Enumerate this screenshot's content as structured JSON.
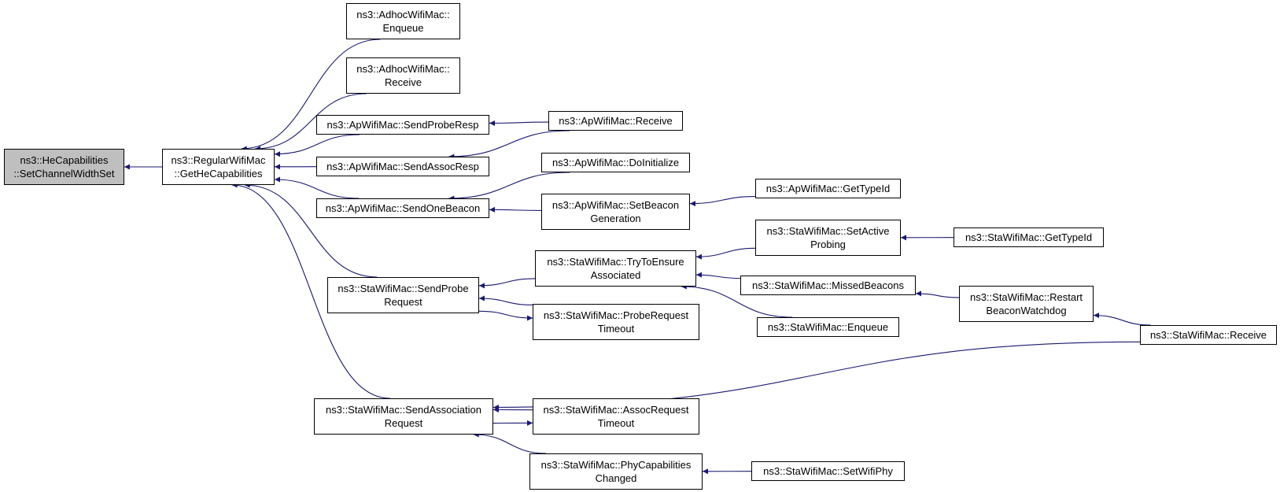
{
  "colors": {
    "edge": "#191970",
    "node_border": "#000000",
    "root_fill": "#bfbfbf",
    "node_fill": "#ffffff"
  },
  "nodes": {
    "he_setchannelwidthset": {
      "lines": [
        "ns3::HeCapabilities",
        "::SetChannelWidthSet"
      ],
      "root": true
    },
    "regular_getcaps": {
      "lines": [
        "ns3::RegularWifiMac",
        "::GetHeCapabilities"
      ]
    },
    "adhoc_enqueue": {
      "lines": [
        "ns3::AdhocWifiMac::",
        "Enqueue"
      ]
    },
    "adhoc_receive": {
      "lines": [
        "ns3::AdhocWifiMac::",
        "Receive"
      ]
    },
    "ap_sendproberesp": {
      "lines": [
        "ns3::ApWifiMac::SendProbeResp"
      ]
    },
    "ap_sendassocresp": {
      "lines": [
        "ns3::ApWifiMac::SendAssocResp"
      ]
    },
    "ap_sendonebeacon": {
      "lines": [
        "ns3::ApWifiMac::SendOneBeacon"
      ]
    },
    "sta_sendprobereq": {
      "lines": [
        "ns3::StaWifiMac::SendProbe",
        "Request"
      ]
    },
    "sta_sendassocreq": {
      "lines": [
        "ns3::StaWifiMac::SendAssociation",
        "Request"
      ]
    },
    "ap_receive": {
      "lines": [
        "ns3::ApWifiMac::Receive"
      ]
    },
    "ap_doinitialize": {
      "lines": [
        "ns3::ApWifiMac::DoInitialize"
      ]
    },
    "ap_setbeacongen": {
      "lines": [
        "ns3::ApWifiMac::SetBeacon",
        "Generation"
      ]
    },
    "ap_gettypeid": {
      "lines": [
        "ns3::ApWifiMac::GetTypeId"
      ]
    },
    "sta_trytoensure": {
      "lines": [
        "ns3::StaWifiMac::TryToEnsure",
        "Associated"
      ]
    },
    "sta_probereqtimeout": {
      "lines": [
        "ns3::StaWifiMac::ProbeRequest",
        "Timeout"
      ]
    },
    "sta_setactiveprobing": {
      "lines": [
        "ns3::StaWifiMac::SetActive",
        "Probing"
      ]
    },
    "sta_gettypeid": {
      "lines": [
        "ns3::StaWifiMac::GetTypeId"
      ]
    },
    "sta_missedbeacons": {
      "lines": [
        "ns3::StaWifiMac::MissedBeacons"
      ]
    },
    "sta_enqueue": {
      "lines": [
        "ns3::StaWifiMac::Enqueue"
      ]
    },
    "sta_restartbeacon": {
      "lines": [
        "ns3::StaWifiMac::Restart",
        "BeaconWatchdog"
      ]
    },
    "sta_receive": {
      "lines": [
        "ns3::StaWifiMac::Receive"
      ]
    },
    "sta_assocreqtimeout": {
      "lines": [
        "ns3::StaWifiMac::AssocRequest",
        "Timeout"
      ]
    },
    "sta_phycapchanged": {
      "lines": [
        "ns3::StaWifiMac::PhyCapabilities",
        "Changed"
      ]
    },
    "sta_setwifiphy": {
      "lines": [
        "ns3::StaWifiMac::SetWifiPhy"
      ]
    }
  },
  "edges": [
    {
      "from": "regular_getcaps",
      "to": "he_setchannelwidthset"
    },
    {
      "from": "adhoc_enqueue",
      "to": "regular_getcaps"
    },
    {
      "from": "adhoc_receive",
      "to": "regular_getcaps"
    },
    {
      "from": "ap_sendproberesp",
      "to": "regular_getcaps"
    },
    {
      "from": "ap_sendassocresp",
      "to": "regular_getcaps"
    },
    {
      "from": "ap_sendonebeacon",
      "to": "regular_getcaps"
    },
    {
      "from": "sta_sendprobereq",
      "to": "regular_getcaps"
    },
    {
      "from": "sta_sendassocreq",
      "to": "regular_getcaps"
    },
    {
      "from": "ap_receive",
      "to": "ap_sendproberesp"
    },
    {
      "from": "ap_receive",
      "to": "ap_sendassocresp"
    },
    {
      "from": "ap_doinitialize",
      "to": "ap_sendonebeacon"
    },
    {
      "from": "ap_setbeacongen",
      "to": "ap_sendonebeacon"
    },
    {
      "from": "ap_gettypeid",
      "to": "ap_setbeacongen"
    },
    {
      "from": "sta_trytoensure",
      "to": "sta_sendprobereq"
    },
    {
      "from": "sta_probereqtimeout",
      "to": "sta_sendprobereq"
    },
    {
      "from": "sta_sendprobereq",
      "to": "sta_probereqtimeout"
    },
    {
      "from": "sta_setactiveprobing",
      "to": "sta_trytoensure"
    },
    {
      "from": "sta_missedbeacons",
      "to": "sta_trytoensure"
    },
    {
      "from": "sta_enqueue",
      "to": "sta_trytoensure"
    },
    {
      "from": "sta_gettypeid",
      "to": "sta_setactiveprobing"
    },
    {
      "from": "sta_restartbeacon",
      "to": "sta_missedbeacons"
    },
    {
      "from": "sta_receive",
      "to": "sta_restartbeacon"
    },
    {
      "from": "sta_receive",
      "to": "sta_sendassocreq"
    },
    {
      "from": "sta_sendassocreq",
      "to": "sta_assocreqtimeout"
    },
    {
      "from": "sta_assocreqtimeout",
      "to": "sta_sendassocreq"
    },
    {
      "from": "sta_phycapchanged",
      "to": "sta_sendassocreq"
    },
    {
      "from": "sta_setwifiphy",
      "to": "sta_phycapchanged"
    }
  ]
}
